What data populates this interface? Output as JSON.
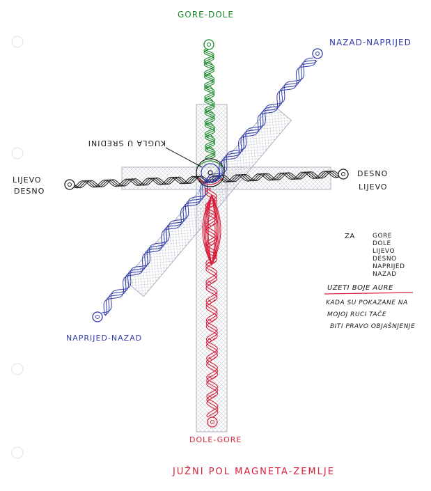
{
  "labels": {
    "top": "GORE-DOLE",
    "top_right": "NAZAD-NAPRIJED",
    "left_line1": "LIJEVO",
    "left_line2": "DESNO",
    "right_line1": "DESNO",
    "right_line2": "LIJEVO",
    "center_mirrored": "KUGLA U SREDINI",
    "bottom_left": "NAPRIJED-NAZAD",
    "bottom": "DOLE-GORE",
    "footer": "JUŽNI POL MAGNETA-ZEMLJE"
  },
  "legend": {
    "prefix": "ZA",
    "items": [
      "GORE",
      "DOLE",
      "LIJEVO",
      "DESNO",
      "NAPRIJED",
      "NAZAD"
    ]
  },
  "note": {
    "heading": "UZETI BOJE AURE",
    "lines": [
      "KADA SU POKAZANE NA",
      "MOJOJ RUCI TAČE",
      "BITI PRAVO OBJAŠNJENJE"
    ]
  },
  "colors": {
    "green": "#1a8a2a",
    "red": "#d81f3a",
    "blue": "#2f3aa8",
    "black": "#1a1a1a",
    "hatch": "#9aa0b0"
  }
}
